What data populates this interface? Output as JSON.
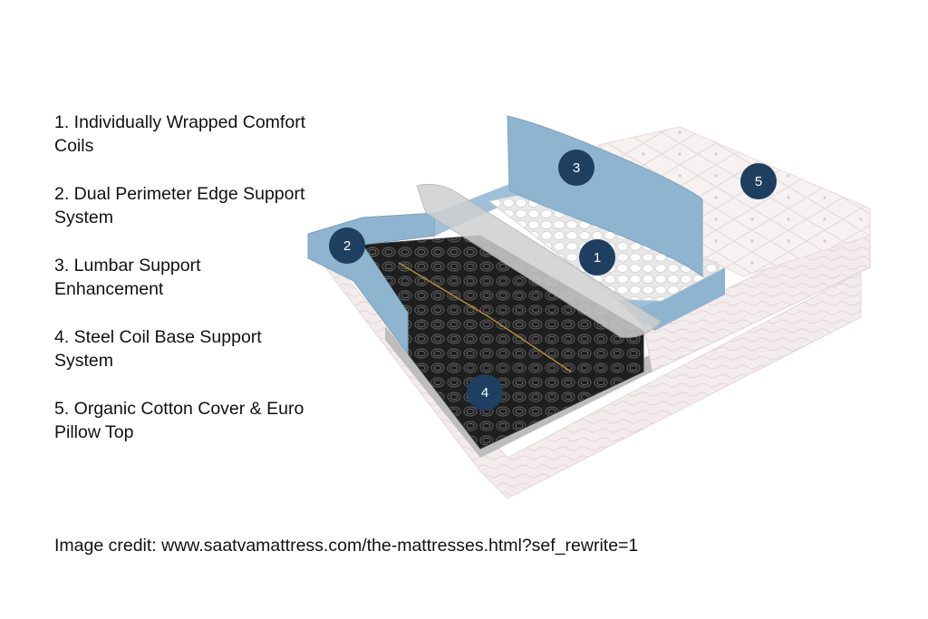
{
  "legend": [
    {
      "number": "1.",
      "text": "1. Individually Wrapped Comfort Coils"
    },
    {
      "number": "2.",
      "text": "2. Dual Perimeter Edge Support System"
    },
    {
      "number": "3.",
      "text": "3. Lumbar Support Enhancement"
    },
    {
      "number": "4.",
      "text": "4. Steel Coil Base Support System"
    },
    {
      "number": "5.",
      "text": "5. Organic Cotton Cover & Euro Pillow Top"
    }
  ],
  "badges": [
    "1",
    "2",
    "3",
    "4",
    "5"
  ],
  "credit": "Image credit: www.saatvamattress.com/the-mattresses.html?sef_rewrite=1",
  "colors": {
    "badge": "#1f3f61",
    "foam_blue": "#8fb4d0",
    "cover": "#f3ecec",
    "steel": "#2a2a2a"
  }
}
